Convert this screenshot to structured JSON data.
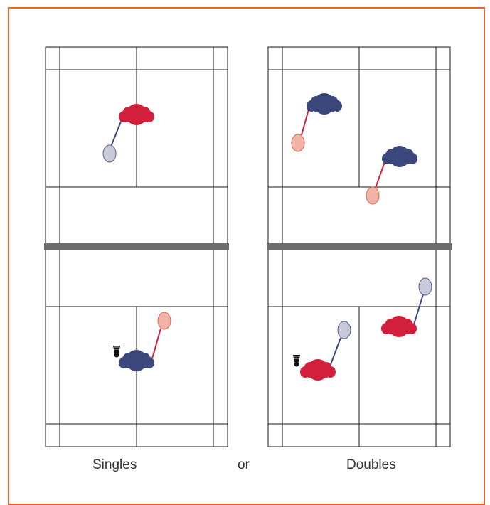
{
  "captions": {
    "singles": "Singles",
    "or": "or",
    "doubles": "Doubles"
  },
  "colors": {
    "frame": "#e8662b",
    "court_line": "#1a1a1a",
    "net": "#6d6d6d",
    "red_player": "#d21f3c",
    "blue_player": "#3b477a",
    "red_racket": "#f2b3a6",
    "blue_racket": "#c9c9dc",
    "shuttle": "#111111"
  },
  "icons": {
    "player": "player-topdown-icon",
    "racket": "racket-icon",
    "shuttle": "shuttlecock-icon"
  }
}
